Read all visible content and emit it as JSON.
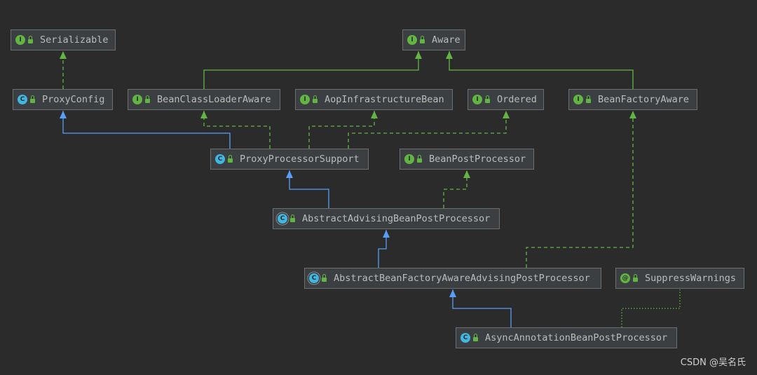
{
  "nodes": [
    {
      "id": "serializable",
      "label": "Serializable",
      "kind": "interface",
      "badge": "I"
    },
    {
      "id": "aware",
      "label": "Aware",
      "kind": "interface",
      "badge": "I"
    },
    {
      "id": "proxyconfig",
      "label": "ProxyConfig",
      "kind": "class",
      "badge": "C"
    },
    {
      "id": "beanclassloaderaware",
      "label": "BeanClassLoaderAware",
      "kind": "interface",
      "badge": "I"
    },
    {
      "id": "aopinfrastructurebean",
      "label": "AopInfrastructureBean",
      "kind": "interface",
      "badge": "I"
    },
    {
      "id": "ordered",
      "label": "Ordered",
      "kind": "interface",
      "badge": "I"
    },
    {
      "id": "beanfactoryaware",
      "label": "BeanFactoryAware",
      "kind": "interface",
      "badge": "I"
    },
    {
      "id": "proxyprocessorsupport",
      "label": "ProxyProcessorSupport",
      "kind": "class",
      "badge": "C"
    },
    {
      "id": "beanpostprocessor",
      "label": "BeanPostProcessor",
      "kind": "interface",
      "badge": "I"
    },
    {
      "id": "abstractadvisingbeanpostprocessor",
      "label": "AbstractAdvisingBeanPostProcessor",
      "kind": "abstract-class",
      "badge": "C"
    },
    {
      "id": "abstractbeanfactoryawareadvisingpostprocessor",
      "label": "AbstractBeanFactoryAwareAdvisingPostProcessor",
      "kind": "abstract-class",
      "badge": "C"
    },
    {
      "id": "suppresswarnings",
      "label": "SuppressWarnings",
      "kind": "annotation",
      "badge": "@"
    },
    {
      "id": "asyncannotationbeanpostprocessor",
      "label": "AsyncAnnotationBeanPostProcessor",
      "kind": "class",
      "badge": "C"
    }
  ],
  "edges": [
    {
      "from": "proxyconfig",
      "to": "serializable",
      "type": "implements"
    },
    {
      "from": "beanclassloaderaware",
      "to": "aware",
      "type": "extends-interface"
    },
    {
      "from": "beanfactoryaware",
      "to": "aware",
      "type": "extends-interface"
    },
    {
      "from": "proxyprocessorsupport",
      "to": "proxyconfig",
      "type": "extends"
    },
    {
      "from": "proxyprocessorsupport",
      "to": "beanclassloaderaware",
      "type": "implements"
    },
    {
      "from": "proxyprocessorsupport",
      "to": "aopinfrastructurebean",
      "type": "implements"
    },
    {
      "from": "proxyprocessorsupport",
      "to": "ordered",
      "type": "implements"
    },
    {
      "from": "abstractadvisingbeanpostprocessor",
      "to": "proxyprocessorsupport",
      "type": "extends"
    },
    {
      "from": "abstractadvisingbeanpostprocessor",
      "to": "beanpostprocessor",
      "type": "implements"
    },
    {
      "from": "abstractbeanfactoryawareadvisingpostprocessor",
      "to": "abstractadvisingbeanpostprocessor",
      "type": "extends"
    },
    {
      "from": "abstractbeanfactoryawareadvisingpostprocessor",
      "to": "beanfactoryaware",
      "type": "implements"
    },
    {
      "from": "asyncannotationbeanpostprocessor",
      "to": "abstractbeanfactoryawareadvisingpostprocessor",
      "type": "extends"
    },
    {
      "from": "asyncannotationbeanpostprocessor",
      "to": "suppresswarnings",
      "type": "annotated-by"
    }
  ],
  "colors": {
    "background": "#2b2b2b",
    "node_fill": "#3c3f41",
    "node_border": "#6e6e6e",
    "node_text": "#bbbbbb",
    "extends": "#589df6",
    "implements": "#62b543",
    "annotation": "#62b543",
    "interface_icon": "#62b543",
    "class_icon": "#40b6e0"
  },
  "watermark": "CSDN @吴名氏"
}
